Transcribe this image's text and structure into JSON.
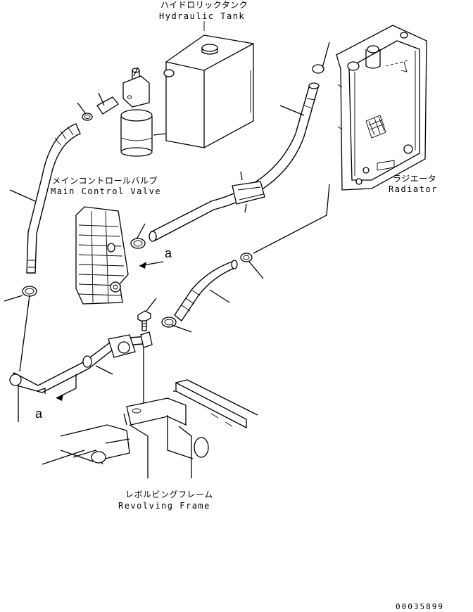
{
  "labels": {
    "hydraulic_tank_jp": "ハイドロリックタンク",
    "hydraulic_tank_en": "Hydraulic Tank",
    "main_control_valve_jp": "メインコントロールバルブ",
    "main_control_valve_en": "Main Control Valve",
    "radiator_jp": "ラジエータ",
    "radiator_en": "Radiator",
    "revolving_frame_jp": "レボルビングフレーム",
    "revolving_frame_en": "Revolving Frame",
    "ref_a": "a",
    "drawing_code": "00035899"
  }
}
